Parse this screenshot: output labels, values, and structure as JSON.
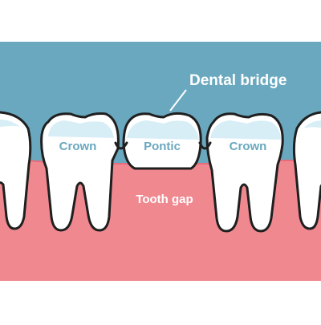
{
  "diagram": {
    "callout_label": "Dental bridge",
    "labels": {
      "crown_left": "Crown",
      "pontic": "Pontic",
      "crown_right": "Crown",
      "gap": "Tooth gap"
    },
    "colors": {
      "background": "#ffffff",
      "sky": "#6aa8bf",
      "gum": "#f08890",
      "gum_edge": "#e86d7a",
      "tooth": "#ffffff",
      "tooth_highlight": "#d7eef6",
      "outline": "#1f1f1f",
      "label_light": "#ffffff",
      "label_dark": "#6aa8bf"
    }
  }
}
